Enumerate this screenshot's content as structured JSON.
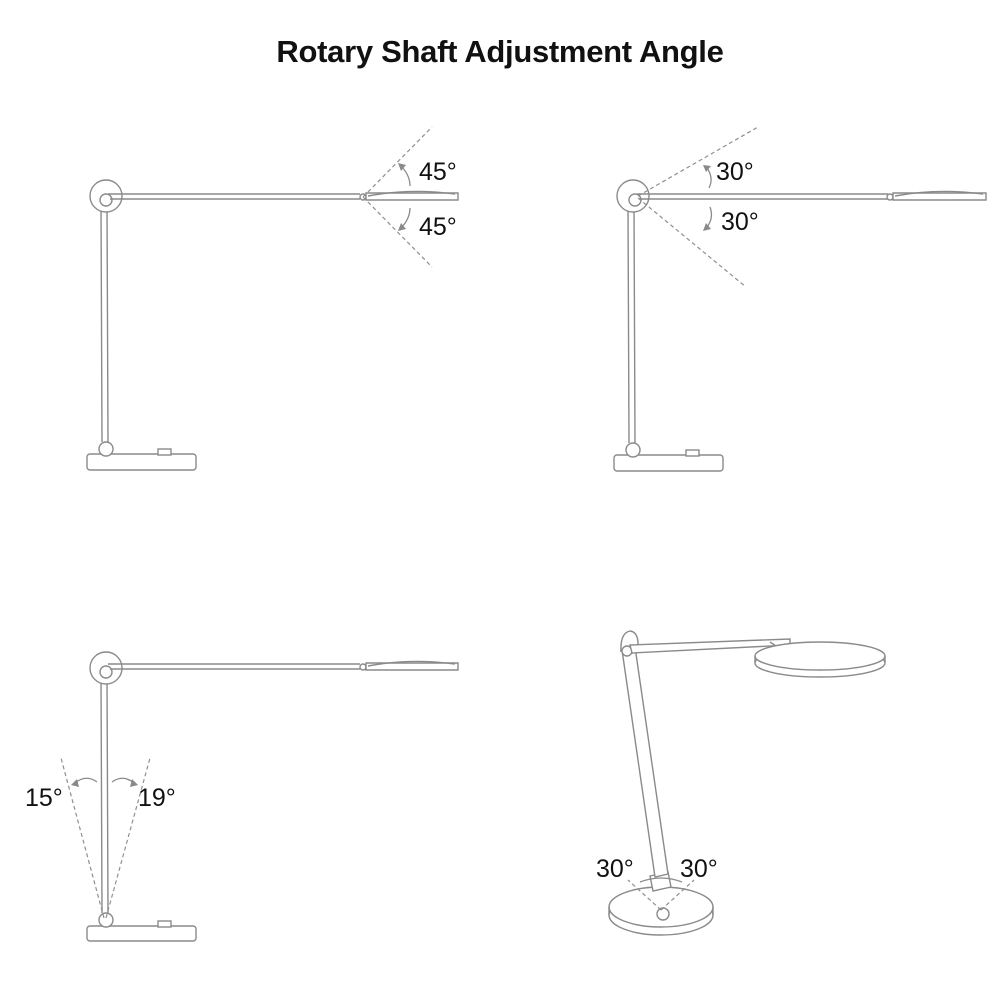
{
  "title": "Rotary Shaft Adjustment Angle",
  "panels": {
    "head_rotation": {
      "up_angle": "45°",
      "down_angle": "45°"
    },
    "arm_rotation": {
      "up_angle": "30°",
      "down_angle": "30°"
    },
    "pole_tilt": {
      "left_angle": "15°",
      "right_angle": "19°"
    },
    "base_swivel": {
      "left_angle": "30°",
      "right_angle": "30°"
    }
  }
}
